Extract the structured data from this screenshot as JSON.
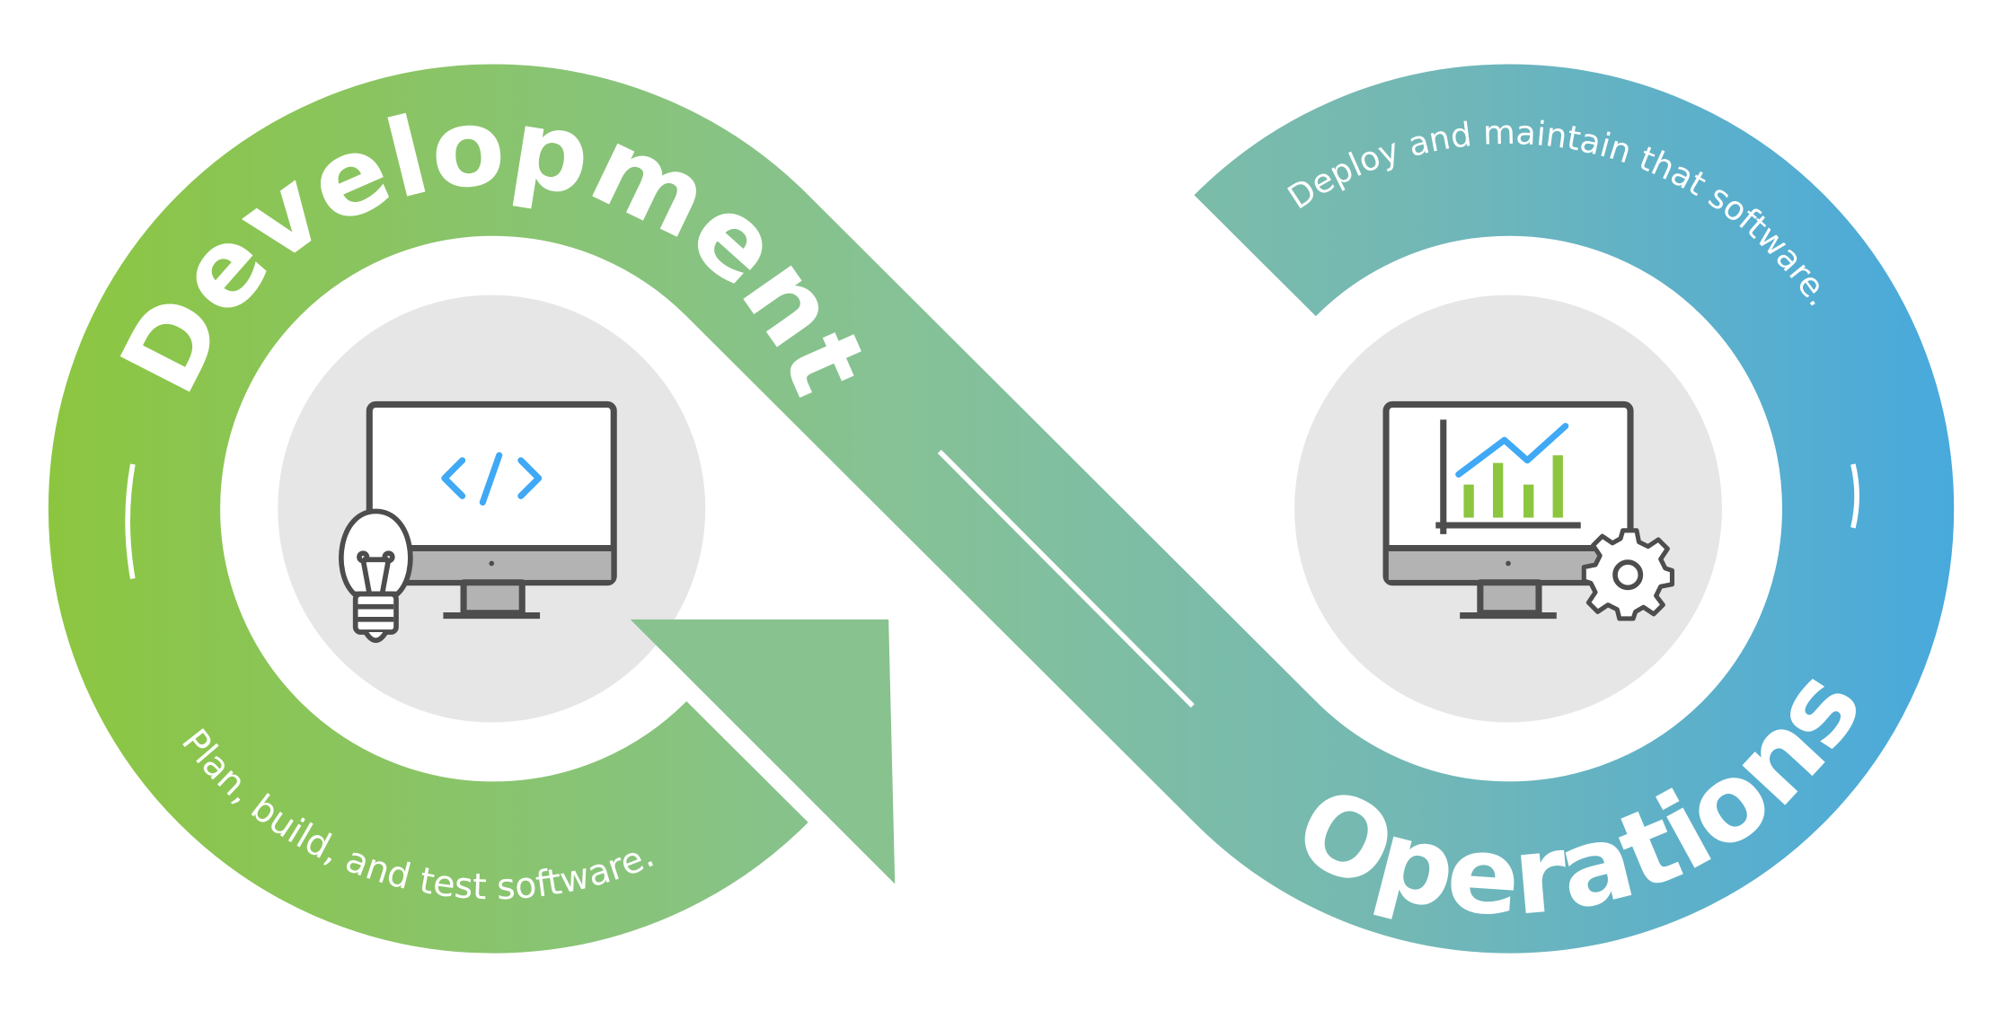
{
  "development": {
    "title": "Development",
    "subtitle": "Plan, build, and test software."
  },
  "operations": {
    "title": "Operations",
    "subtitle": "Deploy and maintain that software."
  },
  "icons": {
    "left": "monitor-code-lightbulb-icon",
    "right": "monitor-chart-gear-icon"
  },
  "colors": {
    "green": "#8cc63f",
    "mid": "#84bf9c",
    "blue": "#48a9df",
    "circle_gray": "#e6e6e6",
    "icon_dark": "#4d4d4d",
    "icon_blue": "#3fa9f5",
    "icon_green": "#8cc63f"
  }
}
